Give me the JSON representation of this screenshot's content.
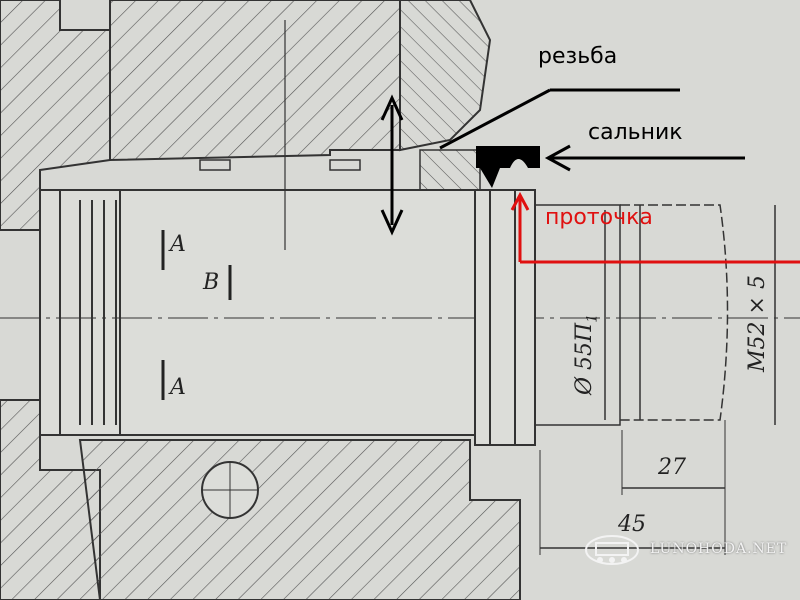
{
  "labels": {
    "thread": "резьба",
    "seal": "сальник",
    "groove": "проточка"
  },
  "dimensions": {
    "diameter": "Ø 55П",
    "diameter_sub": "1",
    "thread_size": "M52 × 5",
    "length_27": "27",
    "length_45": "45"
  },
  "section_marks": {
    "a_top": "A",
    "b": "B",
    "a_bottom": "A"
  },
  "watermark": {
    "text": "LUNOHODA.NET"
  },
  "colors": {
    "annotation": "#000000",
    "highlight": "#e01010",
    "drawing_ink": "#333333",
    "paper": "#d8d9d5"
  },
  "icons": {
    "watermark_logo": "lunokhod-rover-icon"
  }
}
